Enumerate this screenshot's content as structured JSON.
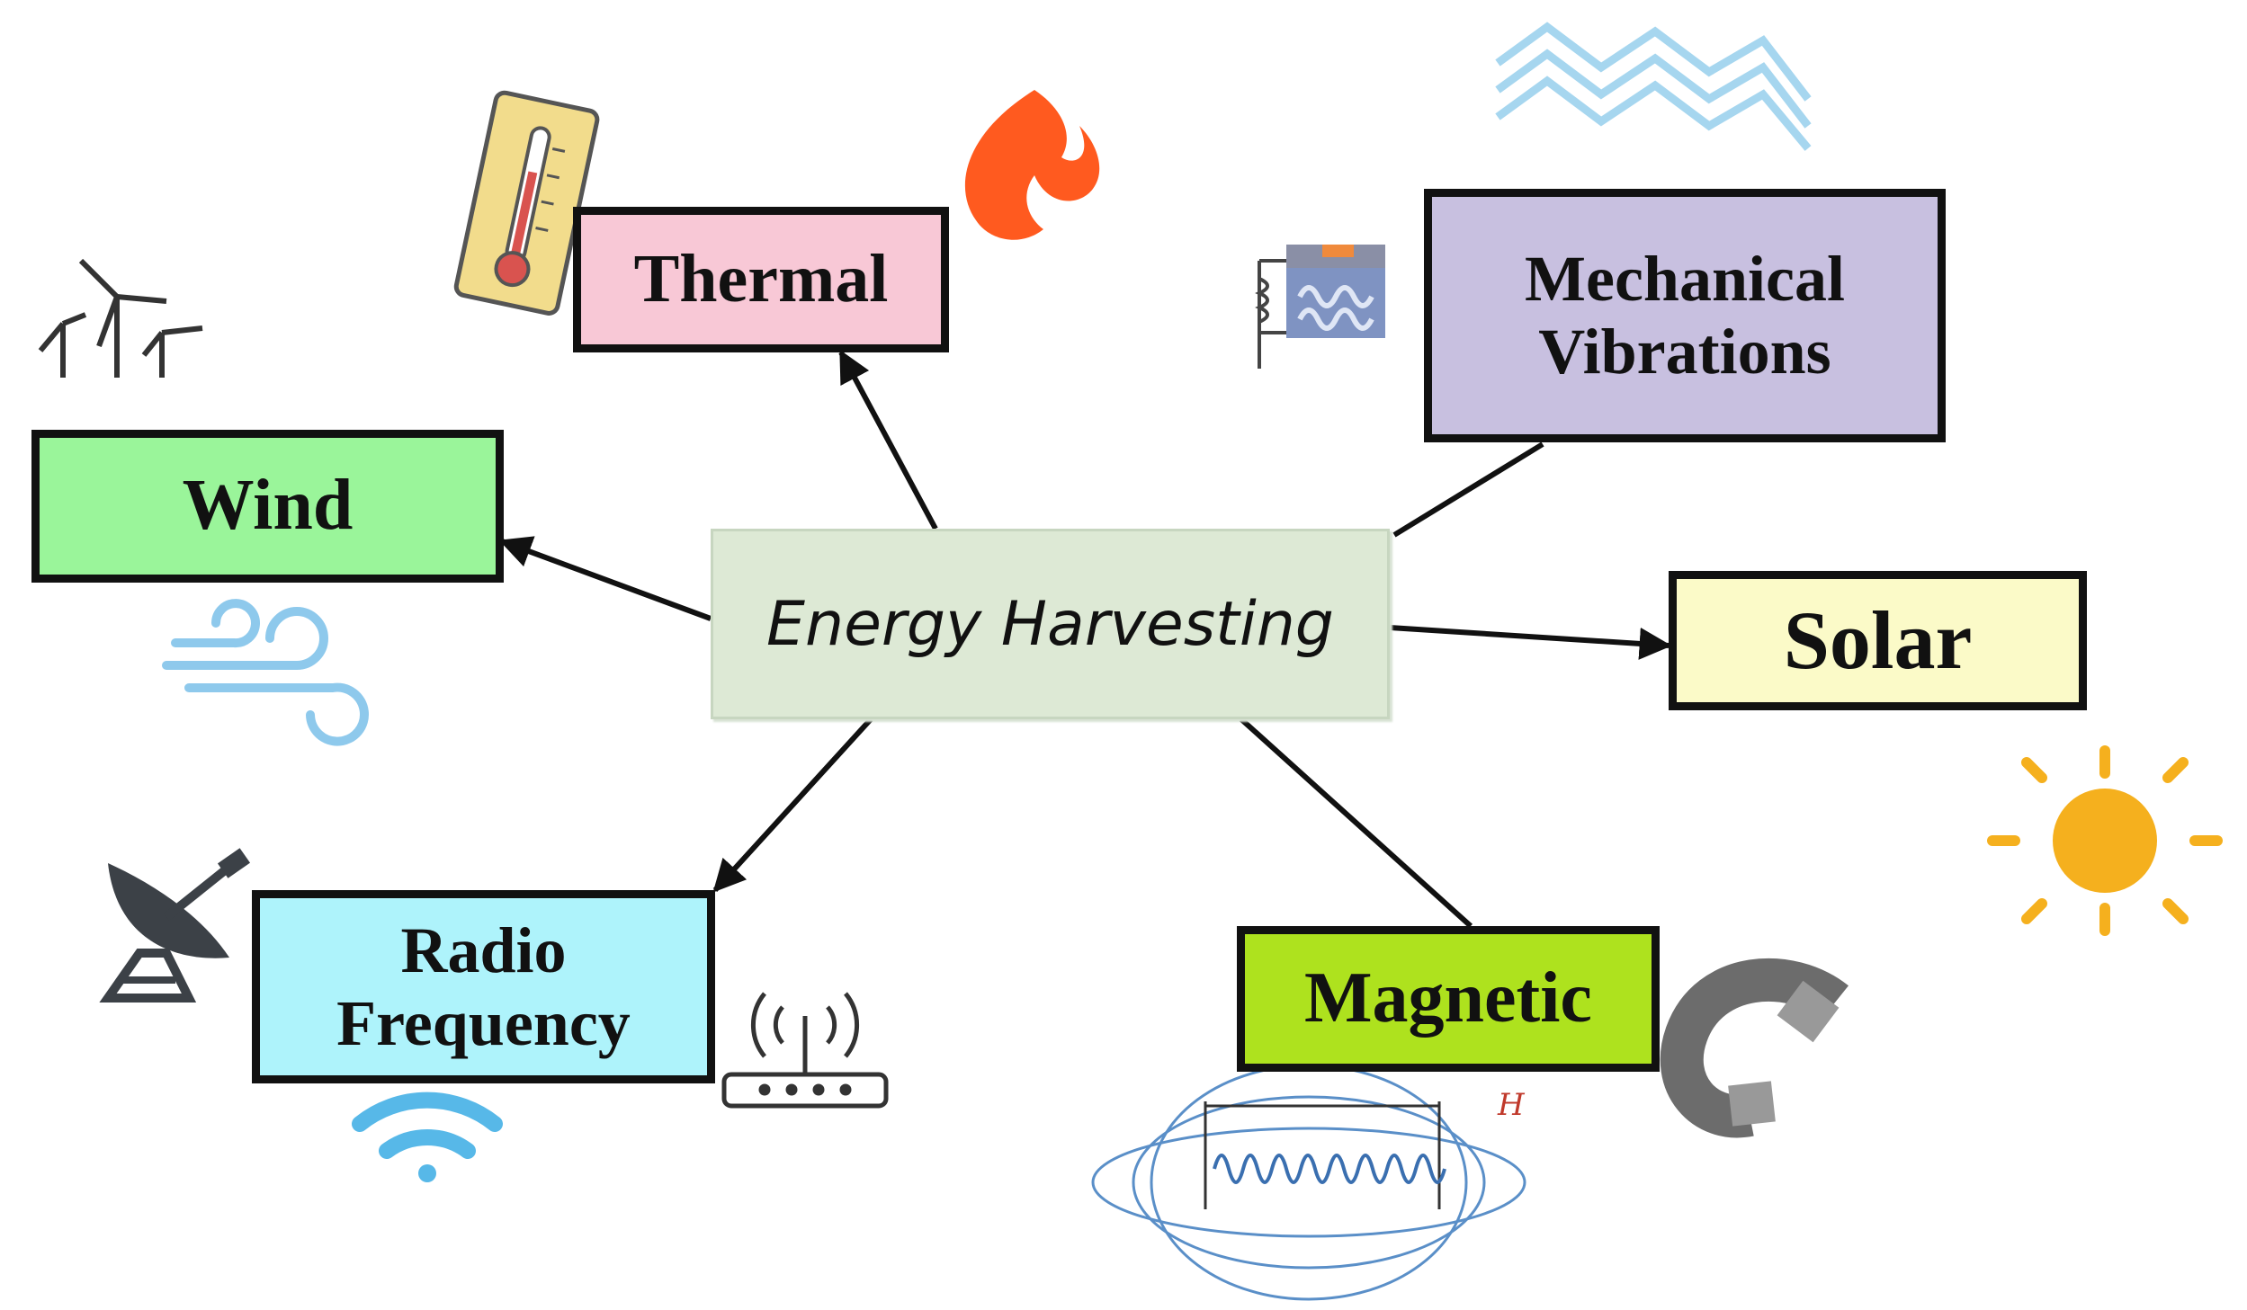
{
  "diagram": {
    "center": {
      "label": "Energy Harvesting",
      "fill": "#dde9d5"
    },
    "nodes": [
      {
        "id": "thermal",
        "label": "Thermal",
        "fill": "#f8c8d6",
        "icons": [
          "thermometer-icon",
          "flame-icon"
        ]
      },
      {
        "id": "mechanical",
        "label": "Mechanical\nVibrations",
        "fill": "#c8c0e0",
        "icons": [
          "vibration-waves-icon",
          "piezo-spring-icon"
        ]
      },
      {
        "id": "solar",
        "label": "Solar",
        "fill": "#fbfac8",
        "icons": [
          "sun-icon"
        ]
      },
      {
        "id": "magnetic",
        "label": "Magnetic",
        "fill": "#aee21e",
        "icons": [
          "horseshoe-magnet-icon",
          "solenoid-field-icon"
        ]
      },
      {
        "id": "rf",
        "label": "Radio\nFrequency",
        "fill": "#aef3fb",
        "icons": [
          "satellite-dish-icon",
          "wifi-icon",
          "router-icon"
        ]
      },
      {
        "id": "wind",
        "label": "Wind",
        "fill": "#9af59a",
        "icons": [
          "wind-turbines-icon",
          "wind-gust-icon"
        ]
      }
    ],
    "solenoid_field_label": "H",
    "colors": {
      "line": "#111111",
      "border": "#111111",
      "flame": "#ff5a1f",
      "sun": "#f5b01e",
      "magnet": "#6c6c6c",
      "wifi": "#57b8e8",
      "wind_gust": "#8ec9ec",
      "waves": "#a6d6ef"
    }
  }
}
